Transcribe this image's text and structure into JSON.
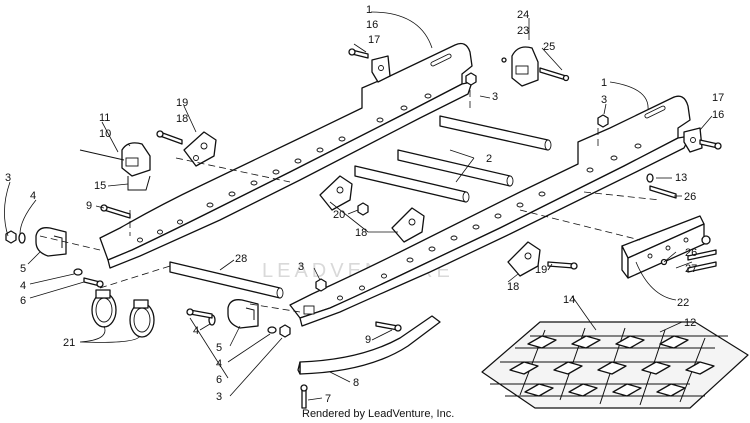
{
  "watermark": "LEADVENTURE",
  "credit": "Rendered by LeadVenture, Inc.",
  "callouts": {
    "c1a": "1",
    "c16a": "16",
    "c17a": "17",
    "c24": "24",
    "c23": "23",
    "c25": "25",
    "c3a": "3",
    "c1b": "1",
    "c3b": "3",
    "c17b": "17",
    "c16b": "16",
    "c19a": "19",
    "c18a": "18",
    "c11": "11",
    "c10": "10",
    "c2": "2",
    "c3c": "3",
    "c4a": "4",
    "c9a": "9",
    "c15": "15",
    "c13": "13",
    "c26a": "26",
    "c20": "20",
    "c18b": "18",
    "c5a": "5",
    "c4b": "4",
    "c6a": "6",
    "c28": "28",
    "c3d": "3",
    "c26b": "26",
    "c27": "27",
    "c19b": "19",
    "c18c": "18",
    "c14": "14",
    "c22": "22",
    "c12": "12",
    "c21": "21",
    "c4c": "4",
    "c5b": "5",
    "c4d": "4",
    "c6b": "6",
    "c3e": "3",
    "c9b": "9",
    "c8": "8",
    "c7": "7"
  }
}
